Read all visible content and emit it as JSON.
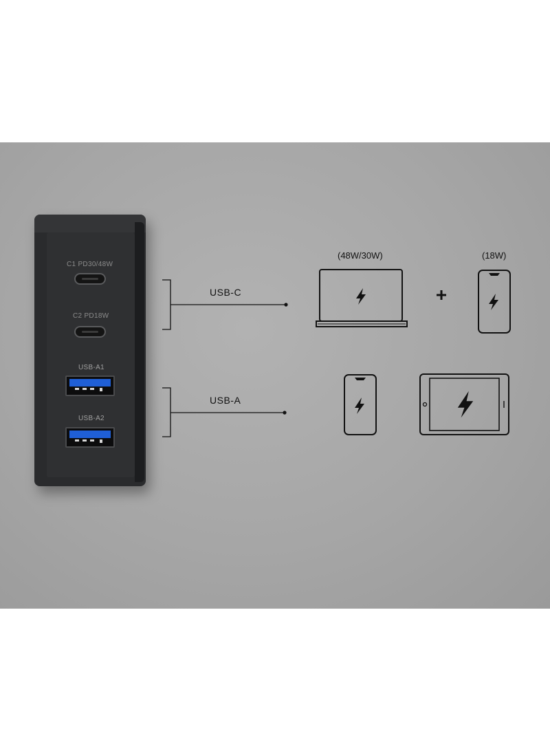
{
  "charger": {
    "ports": [
      {
        "label": "C1 PD30/48W",
        "type": "usb-c"
      },
      {
        "label": "C2 PD18W",
        "type": "usb-c"
      },
      {
        "label": "USB-A1",
        "type": "usb-a"
      },
      {
        "label": "USB-A2",
        "type": "usb-a"
      }
    ],
    "colors": {
      "body": "#2a2b2d",
      "usb_a_tongue": "#1f5fd6",
      "label": "#8c8c8c"
    }
  },
  "groups": {
    "usb_c": {
      "label": "USB-C",
      "laptop_watt": "(48W/30W)",
      "plus": "+",
      "phone_watt": "(18W)"
    },
    "usb_a": {
      "label": "USB-A"
    }
  },
  "icons": [
    "laptop-icon",
    "phone-icon",
    "tablet-icon",
    "lightning-icon",
    "plus-icon"
  ],
  "colors": {
    "background": "#a9a9a9",
    "line": "#111111"
  }
}
